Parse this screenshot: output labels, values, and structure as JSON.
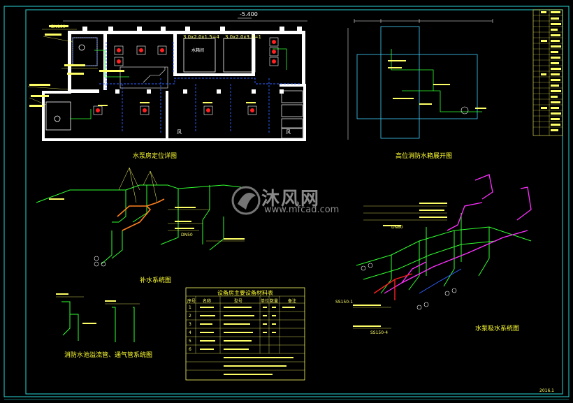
{
  "drawing": {
    "colors": {
      "background": "#000000",
      "frame": "#2ad6d6",
      "wall": "#ffffff",
      "pipe_blue": "#3060ff",
      "pipe_magenta": "#ff30ff",
      "pipe_red": "#ff2020",
      "pipe_green": "#30ff30",
      "text_yellow": "#ffff66",
      "outline_cyan": "#40d0ff"
    },
    "elevation_mark": "-5.400",
    "titles": {
      "pump_room_plan": "水泵房定位详图",
      "fire_tank_plan": "高位消防水箱展开图",
      "refill_system": "补水系统图",
      "pump_suction": "水泵吸水系统图",
      "overflow_vent": "消防水池溢流管、通气管系统图"
    },
    "room_labels": {
      "tank_a": "3.0x2.0x1.5=4",
      "tank_b": "3.0x2.0x3.5=1",
      "tank_room": "水箱间",
      "room_mark": "风"
    },
    "pipe_tags": [
      "DN50",
      "DN100",
      "DN80",
      "SS150-1",
      "SS150-4"
    ],
    "table": {
      "title": "设备房主要设备材料表",
      "headers": [
        "序号",
        "名称",
        "型号",
        "单位",
        "数量",
        "备注"
      ],
      "row_numbers": [
        "1",
        "2",
        "3",
        "4",
        "5",
        "6"
      ]
    },
    "watermark": {
      "cn": "沐风网",
      "url": "www.mfcad.com"
    },
    "corner_note": "2016.1"
  }
}
